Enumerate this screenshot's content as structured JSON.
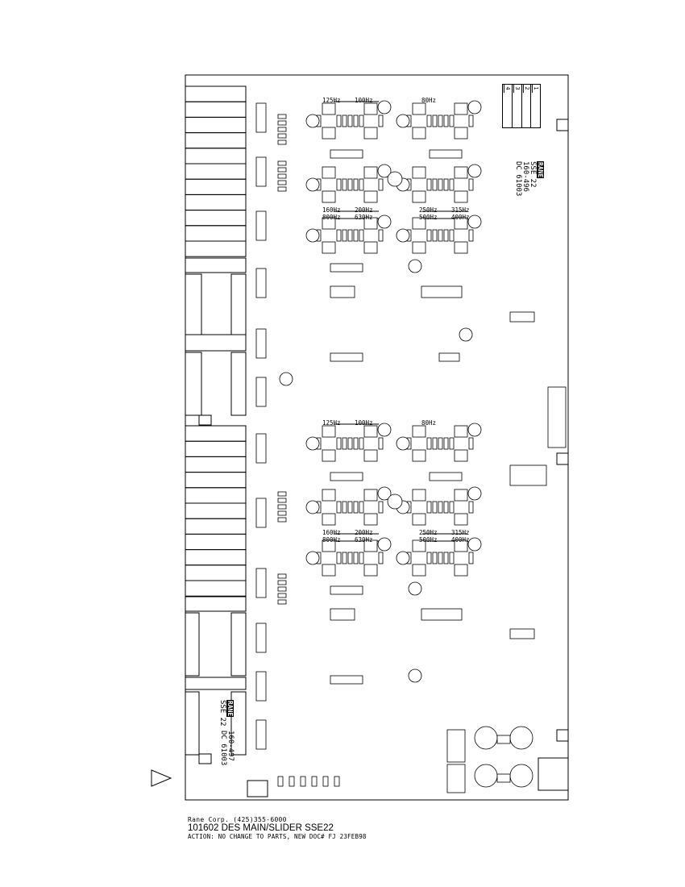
{
  "document": {
    "company_line": "Rane Corp.   (425)355-6000",
    "title_line": "101602 DES MAIN/SLIDER SSE22",
    "action_line": "ACTION: NO CHANGE TO PARTS, NEW DOC# FJ 23FEB98"
  },
  "title_block_main": {
    "logo": "RANE",
    "model": "SSE 22",
    "part": "160-496",
    "dc": "DC 61003"
  },
  "title_block_slider": {
    "logo": "RANE",
    "model": "SSE 22",
    "part": "160-497",
    "dc": "DC 61003"
  },
  "revision_columns": [
    "1",
    "2",
    "3",
    "4"
  ],
  "frequency_labels": {
    "upper": [
      "125Hz",
      "100Hz",
      "80Hz",
      "160Hz",
      "200Hz",
      "250Hz",
      "315Hz",
      "800Hz",
      "630Hz",
      "500Hz",
      "400Hz"
    ],
    "lower": [
      "125Hz",
      "100Hz",
      "80Hz",
      "160Hz",
      "200Hz",
      "250Hz",
      "315Hz",
      "800Hz",
      "630Hz",
      "500Hz",
      "400Hz"
    ]
  },
  "colors": {
    "ink": "#000000",
    "paper": "#ffffff"
  }
}
